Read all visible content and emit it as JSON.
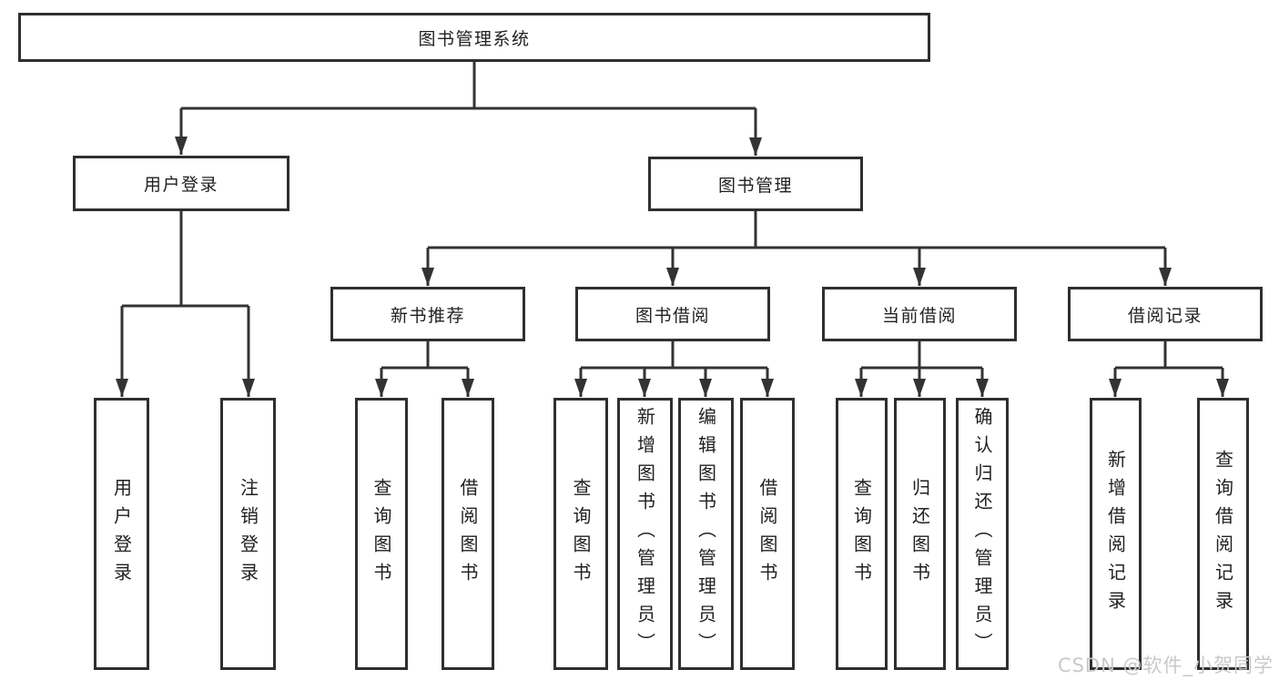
{
  "diagram": {
    "root": {
      "label": "图书管理系统"
    },
    "level2": [
      {
        "label": "用户登录"
      },
      {
        "label": "图书管理"
      }
    ],
    "level3": [
      {
        "label": "新书推荐"
      },
      {
        "label": "图书借阅"
      },
      {
        "label": "当前借阅"
      },
      {
        "label": "借阅记录"
      }
    ],
    "leaves": {
      "user_login": [
        {
          "label": "用户登录"
        },
        {
          "label": "注销登录"
        }
      ],
      "new_book": [
        {
          "label": "查询图书"
        },
        {
          "label": "借阅图书"
        }
      ],
      "book_borrow": [
        {
          "label": "查询图书"
        },
        {
          "label": "新增图书（管理员）"
        },
        {
          "label": "编辑图书（管理员）"
        },
        {
          "label": "借阅图书"
        }
      ],
      "current_borrow": [
        {
          "label": "查询图书"
        },
        {
          "label": "归还图书"
        },
        {
          "label": "确认归还（管理员）"
        }
      ],
      "borrow_record": [
        {
          "label": "新增借阅记录"
        },
        {
          "label": "查询借阅记录"
        }
      ]
    }
  },
  "watermark": "CSDN @软件_小贺同学",
  "colors": {
    "border": "#2f2f2f",
    "line": "#333333",
    "text": "#1f1f1f",
    "watermark": "#c9c9c9"
  }
}
